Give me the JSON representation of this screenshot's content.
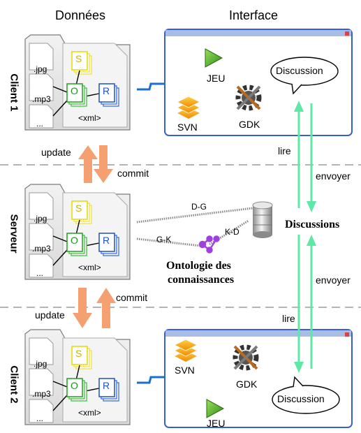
{
  "headers": {
    "data": "Données",
    "interface": "Interface"
  },
  "rows": {
    "client1": "Client 1",
    "server": "Serveur",
    "client2": "Client 2"
  },
  "files": {
    "jpg": ".jpg",
    "mp3": ".mp3",
    "more": "...",
    "s": "S",
    "o": "O",
    "r": "R",
    "xml": "<xml>"
  },
  "arrows": {
    "update": "update",
    "commit": "commit",
    "lire": "lire",
    "envoyer": "envoyer"
  },
  "links": {
    "dg": "D-G",
    "gk": "G-K",
    "kd": "K-D"
  },
  "server": {
    "discussions": "Discussions",
    "ontology_line1": "Ontologie des",
    "ontology_line2": "connaissances"
  },
  "apps": {
    "jeu": "JEU",
    "svn": "SVN",
    "gdk": "GDK",
    "discussion": "Discussion"
  },
  "colors": {
    "window_border": "#3a5fc8",
    "window_title": "#a8bce8",
    "arrow_orange": "#f5a070",
    "arrow_green": "#5ee8a8",
    "link_blue": "#1a6fd0"
  }
}
